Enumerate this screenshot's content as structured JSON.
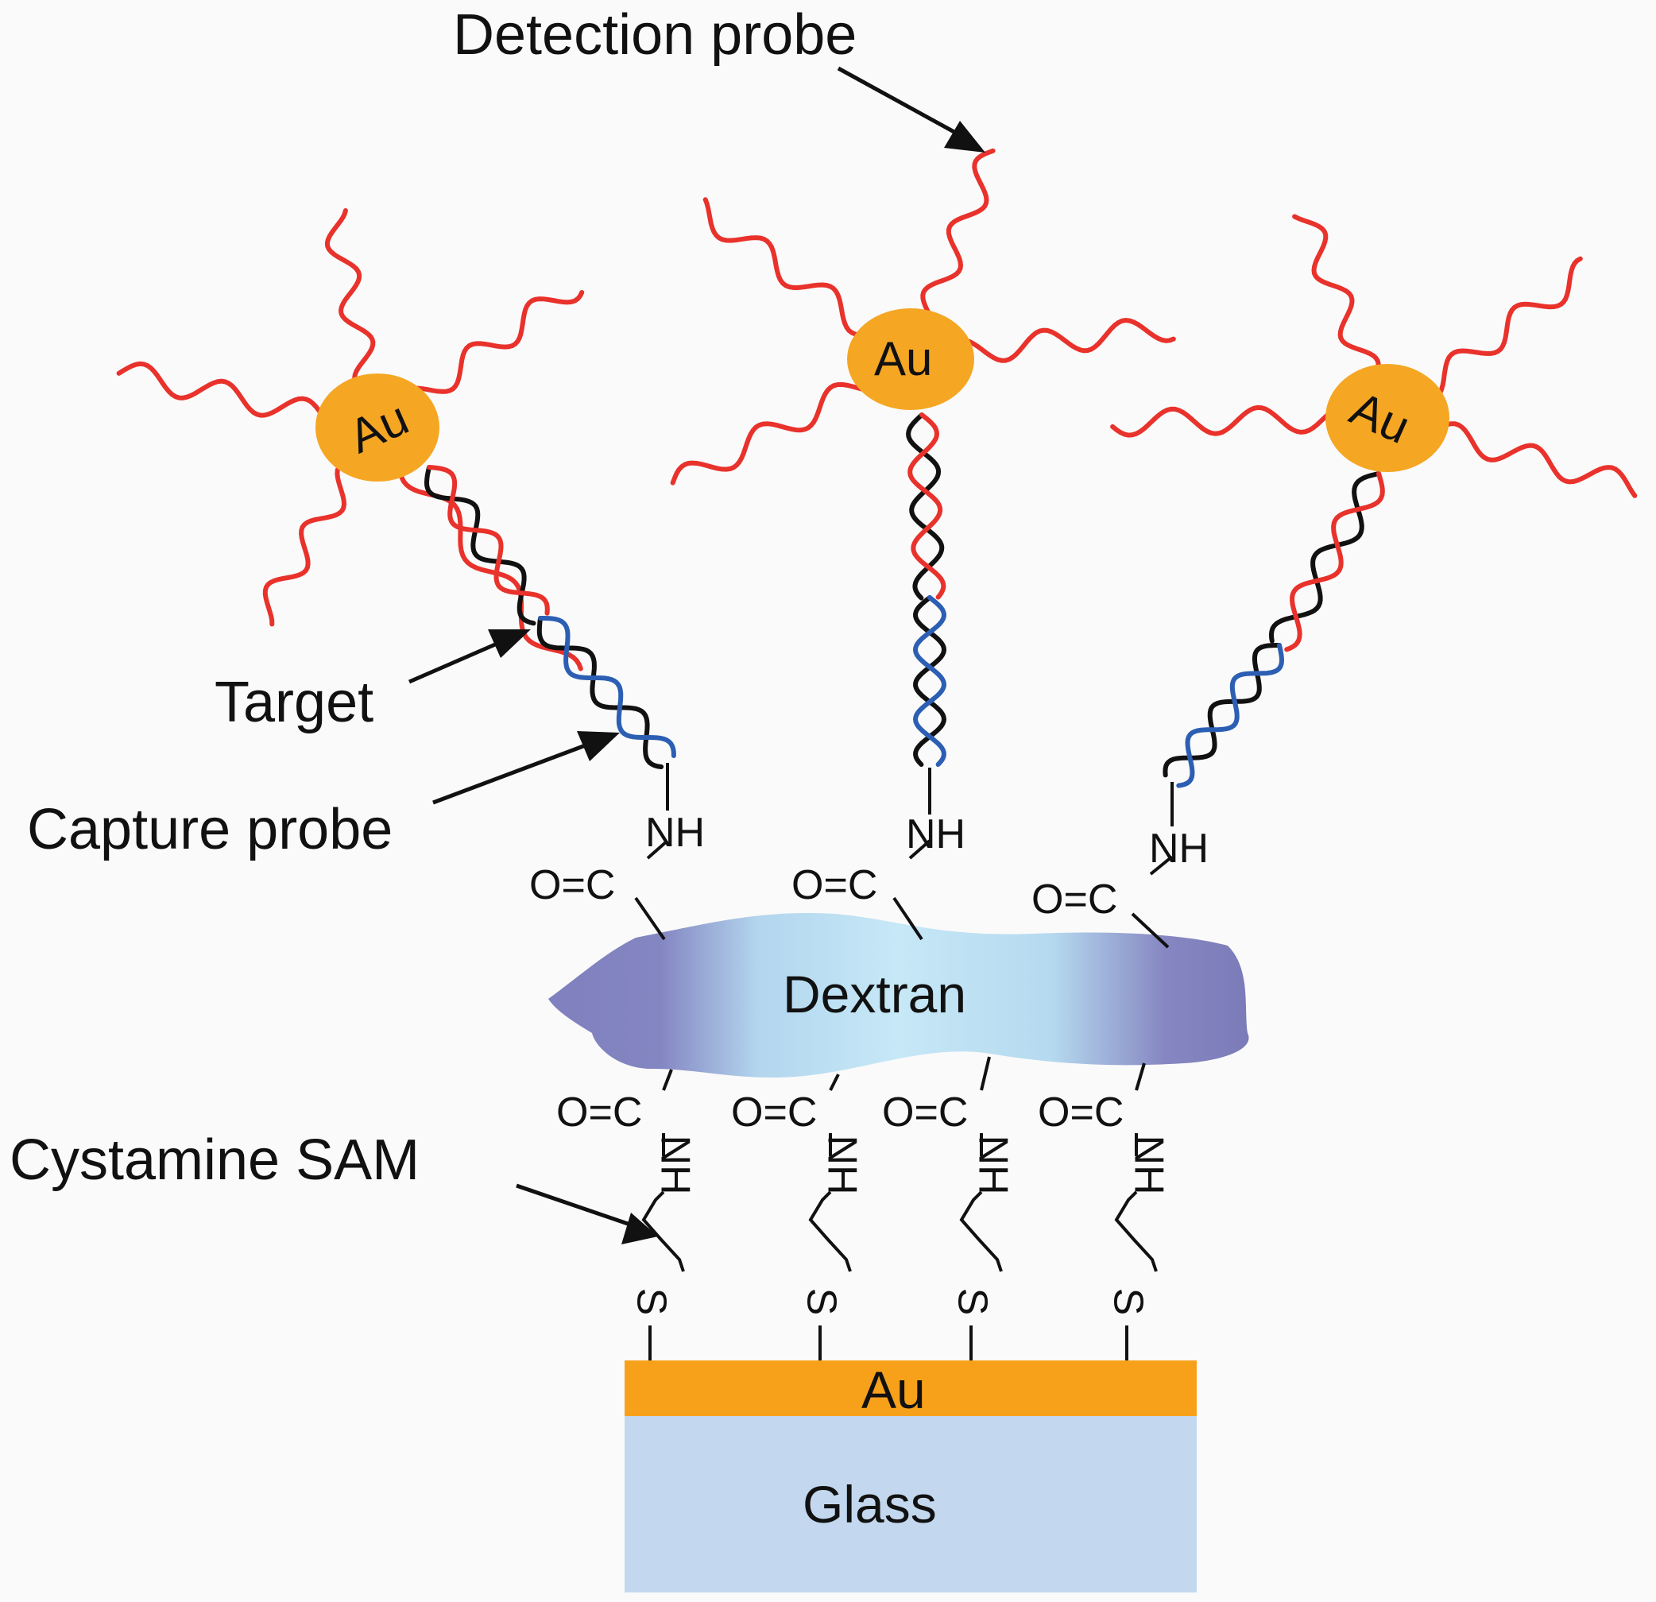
{
  "annotations": {
    "detection_probe": "Detection probe",
    "target": "Target",
    "capture_probe": "Capture probe",
    "cystamine_sam": "Cystamine SAM"
  },
  "nanoparticles": [
    "Au",
    "Au",
    "Au"
  ],
  "chemistry": {
    "nh": "NH",
    "carbonyl": "O=C",
    "sulfur": "S",
    "linker_nh": "NH"
  },
  "layers": {
    "dextran": "Dextran",
    "gold": "Au",
    "glass": "Glass"
  },
  "colors": {
    "detection_probe": "#e8322b",
    "target": "#111111",
    "capture_probe": "#2c5fb3",
    "nanoparticle": "#f5a623",
    "gold_layer": "#f7a11a",
    "glass_layer": "#c3d8ee",
    "dextran_edge": "#8082c0",
    "dextran_center": "#c4e6f6"
  }
}
